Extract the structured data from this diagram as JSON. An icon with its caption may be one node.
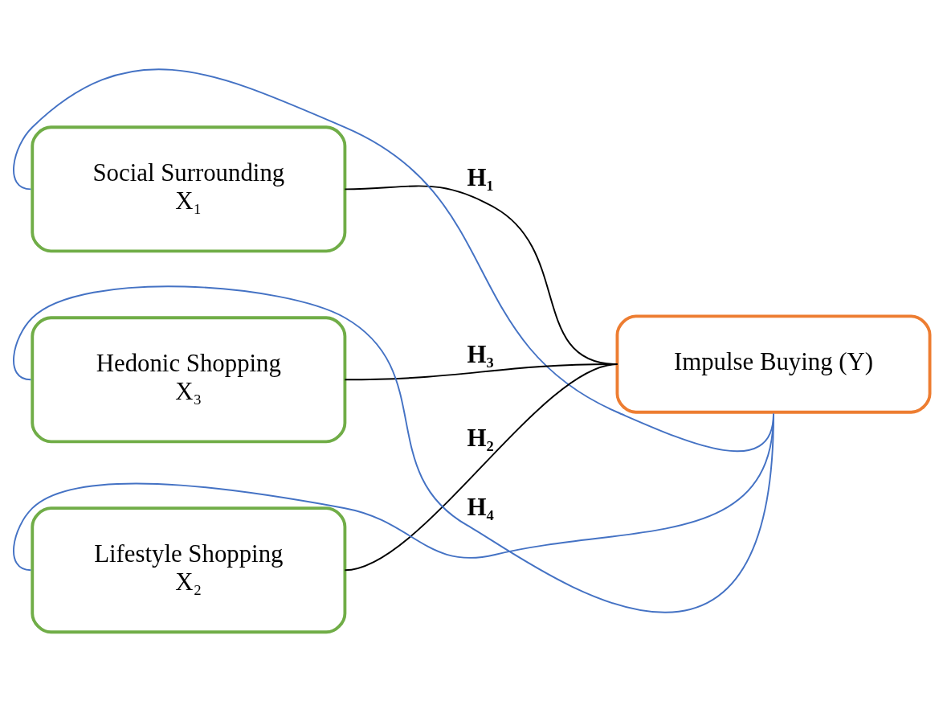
{
  "diagram": {
    "nodes": [
      {
        "text": [
          "Social Surrounding",
          "X₁"
        ]
      },
      {
        "text": [
          "Lifestyle Shopping",
          "X₂"
        ]
      },
      {
        "text": [
          "Hedonic Shopping",
          "X₃"
        ]
      },
      {
        "text": [
          "Impulse Buying (Y)"
        ]
      }
    ],
    "edges": [
      {
        "from": 0,
        "to": 3,
        "arrow": "none",
        "label": "H₁"
      },
      {
        "from": 1,
        "to": 3,
        "arrow": "none",
        "label": "H₂"
      },
      {
        "from": 2,
        "to": 3,
        "arrow": "none",
        "label": "H₃"
      },
      {
        "from": 0,
        "to": 3,
        "arrow": "none",
        "color": "#4472c4"
      },
      {
        "from": 1,
        "to": 3,
        "arrow": "none",
        "color": "#4472c4"
      },
      {
        "from": 2,
        "to": 3,
        "arrow": "none",
        "color": "#4472c4",
        "label": "H₄"
      }
    ]
  }
}
